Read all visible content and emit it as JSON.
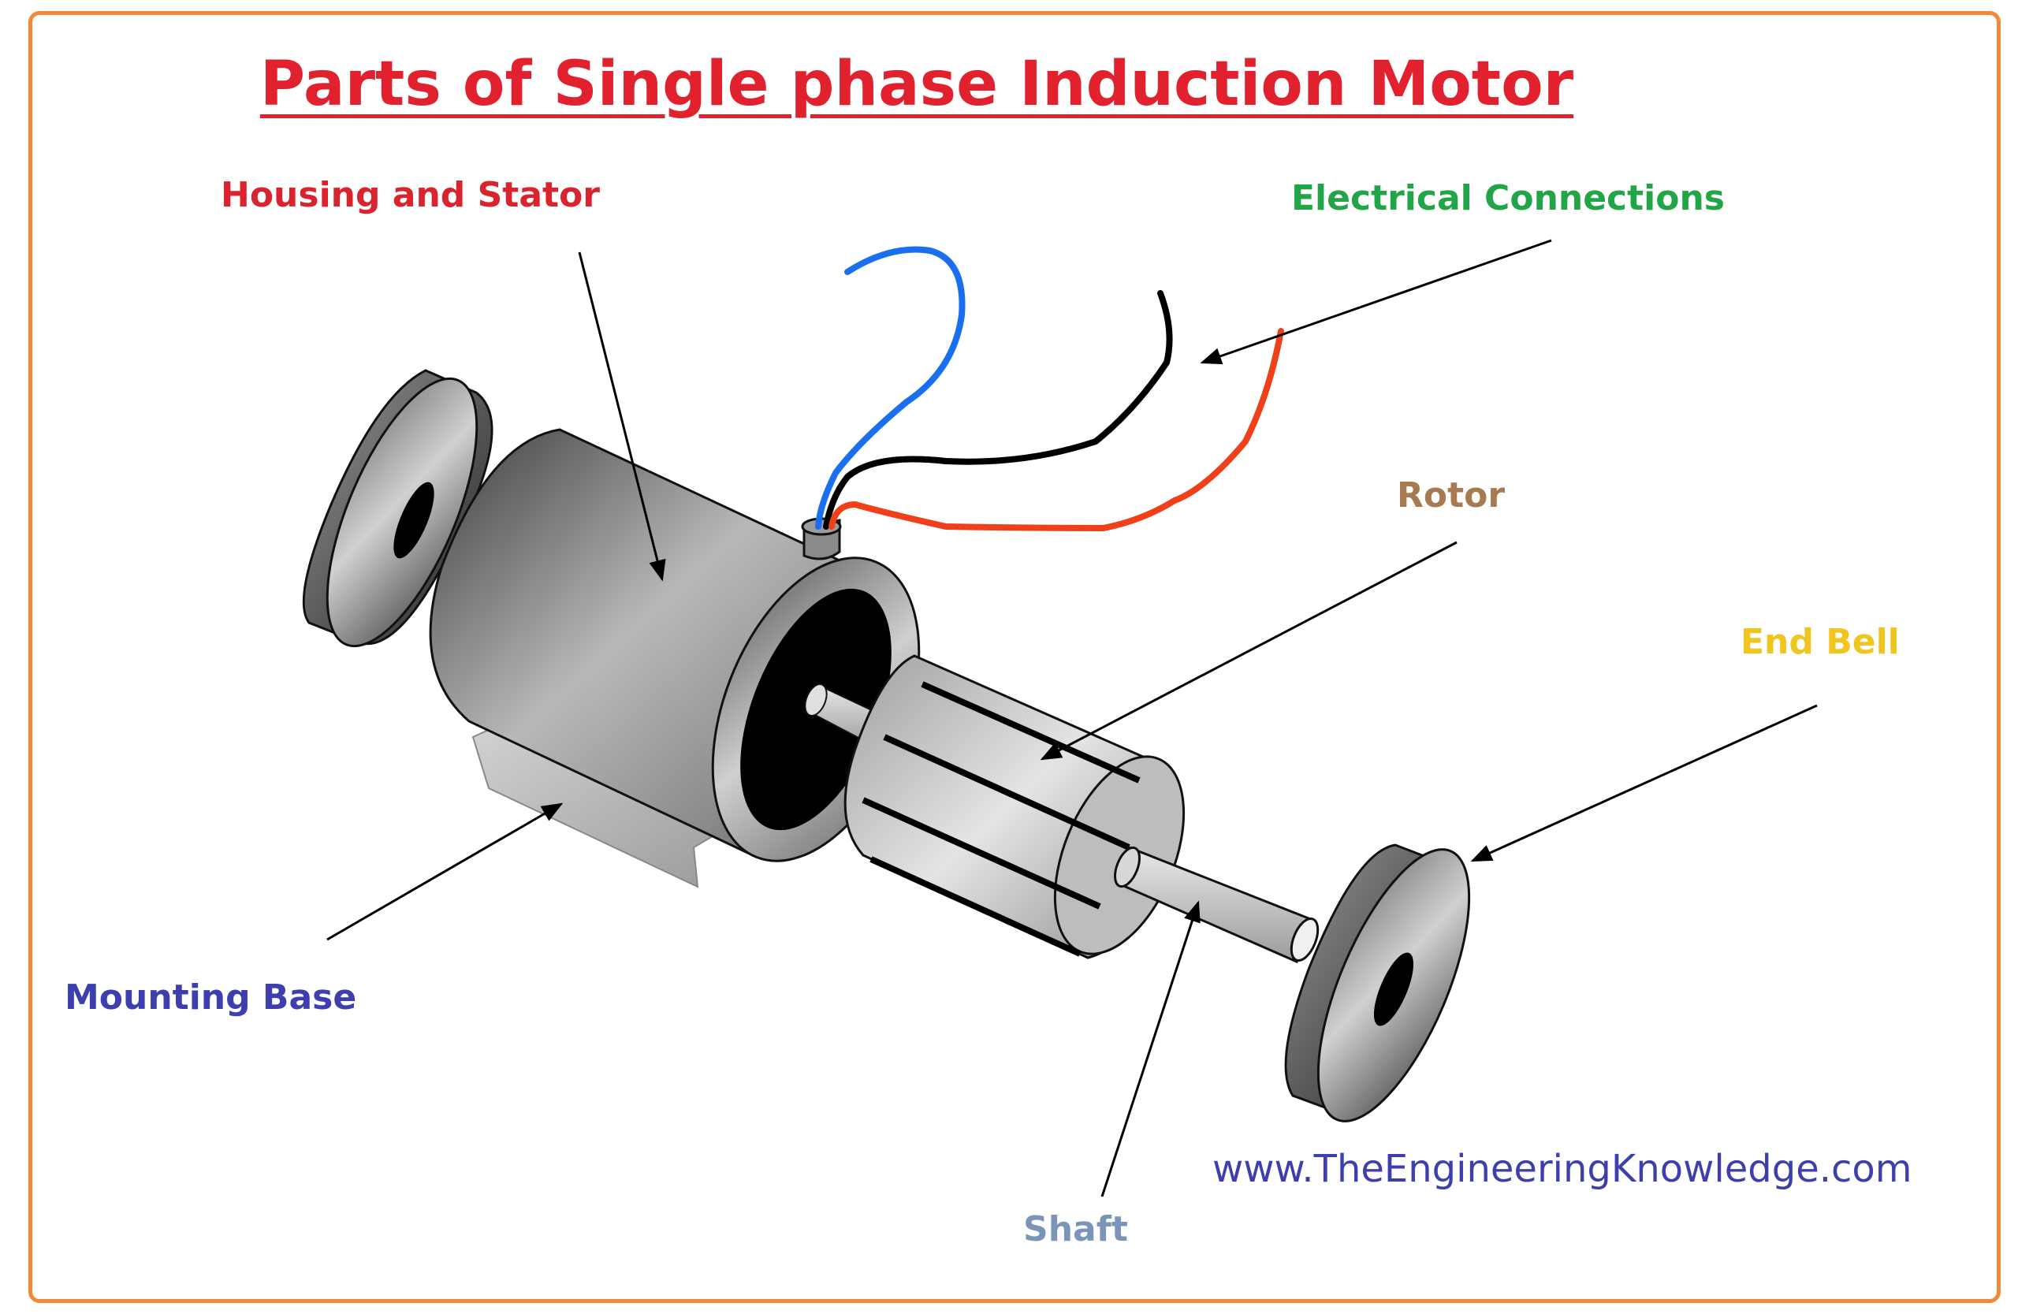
{
  "title": "Parts of Single phase Induction Motor",
  "labels": {
    "housing": "Housing and Stator",
    "electrical": "Electrical Connections",
    "rotor": "Rotor",
    "end_bell": "End Bell",
    "mounting_base": "Mounting Base",
    "shaft": "Shaft"
  },
  "website": "www.TheEngineeringKnowledge.com",
  "colors": {
    "title": "#e2212f",
    "housing": "#d9232e",
    "electrical": "#21a546",
    "rotor": "#a87a52",
    "end_bell": "#f0c51f",
    "mounting_base": "#3d3fae",
    "shaft": "#7b95b8",
    "website": "#3d3fae",
    "frame": "#f0893a",
    "wire_blue": "#1a6ff0",
    "wire_black": "#000000",
    "wire_red": "#f0401a"
  }
}
